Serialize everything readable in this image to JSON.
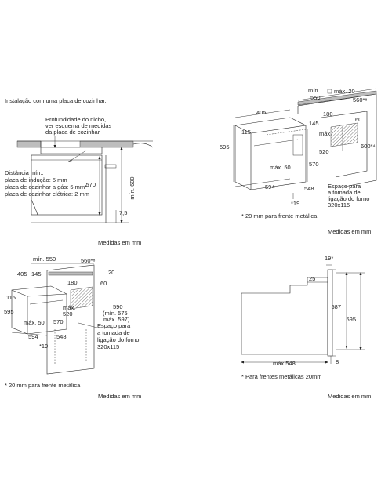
{
  "panel1": {
    "title": "Instalação com uma placa de cozinhar.",
    "niche_note": [
      "Profundidade do nicho,",
      "ver esquema de medidas",
      "da placa de cozinhar"
    ],
    "distance_note": [
      "Distância mín.:",
      "placa de indução: 5 mm",
      "placa de cozinhar a gás: 5 mm*",
      "placa de cozinhar elétrica: 2 mm"
    ],
    "dim_570": "570",
    "dim_min600": "mín. 600",
    "dim_75": "7,5",
    "footer": "Medidas em mm"
  },
  "panel2": {
    "dim_min550": "mín.",
    "dim_min550b": "550",
    "dim_max20": "máx. 20",
    "dim_560": "560*⁸",
    "dim_405": "405",
    "dim_180": "180",
    "dim_115": "115",
    "dim_145": "145",
    "dim_60": "60",
    "dim_max520": "máx.",
    "dim_max520b": "520",
    "dim_600": "600*⁴",
    "dim_595": "595",
    "dim_570": "570",
    "dim_max50": "máx. 50",
    "dim_594": "594",
    "dim_548": "548",
    "dim_19": "*19",
    "socket_note": [
      "Espaço para",
      "a tomada de",
      "ligação do forno",
      "320x115"
    ],
    "footnote": "* 20 mm para frente metálica",
    "footer": "Medidas em mm"
  },
  "panel3": {
    "dim_min550": "mín. 550",
    "dim_560": "560*⁸",
    "dim_20": "20",
    "dim_405": "405",
    "dim_145": "145",
    "dim_180": "180",
    "dim_60": "60",
    "dim_115": "115",
    "dim_595": "595",
    "dim_max": "máx.",
    "dim_520": "520",
    "dim_590": "590",
    "dim_min575": "(mín. 575",
    "dim_max597": "máx. 597)",
    "dim_max50": "máx. 50",
    "dim_570": "570",
    "dim_594": "594",
    "dim_548": "548",
    "dim_19": "*19",
    "socket_note": [
      "Espaço para",
      "a tomada de",
      "ligação do forno",
      "320x115"
    ],
    "footnote": "* 20 mm para frente metálica",
    "footer": "Medidas em mm"
  },
  "panel4": {
    "dim_19": "19*",
    "dim_25": "25",
    "dim_587": "587",
    "dim_595": "595",
    "dim_548": "máx.548",
    "dim_8": "8",
    "footnote": "* Para frentes metálicas 20mm",
    "footer": "Medidas em mm"
  },
  "colors": {
    "line": "#222222",
    "fill_gray": "#bdbdbd",
    "background": "#ffffff"
  }
}
